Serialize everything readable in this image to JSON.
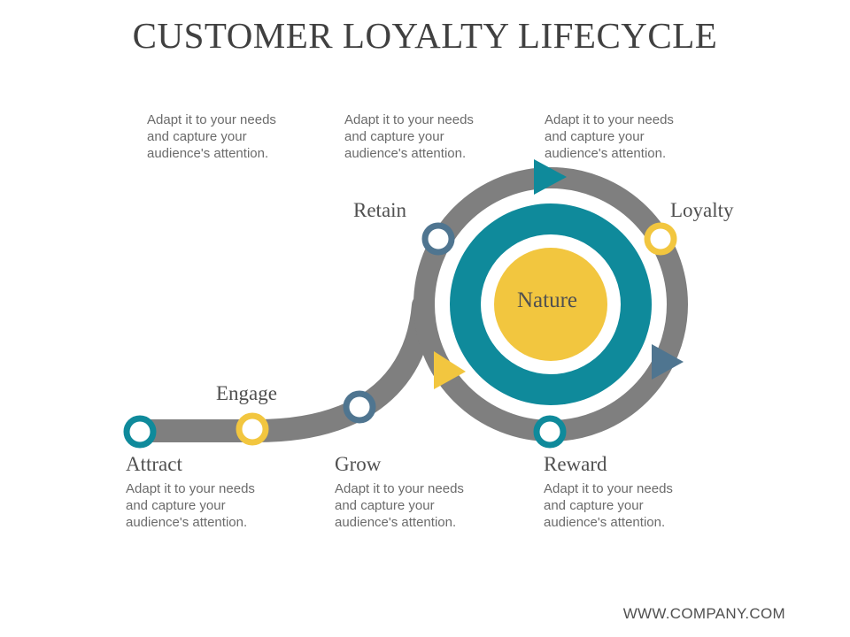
{
  "title": "CUSTOMER LOYALTY LIFECYCLE",
  "center": "Nature",
  "stages": {
    "attract": {
      "label": "Attract",
      "desc": [
        "Adapt it to your needs",
        "and capture your",
        "audience's attention."
      ]
    },
    "engage": {
      "label": "Engage",
      "desc": [
        "Adapt it to your needs",
        "and capture your",
        "audience's attention."
      ]
    },
    "grow": {
      "label": "Grow",
      "desc": [
        "Adapt it to your needs",
        "and capture your",
        "audience's attention."
      ]
    },
    "retain": {
      "label": "Retain",
      "desc": [
        "Adapt it to your needs",
        "and capture your",
        "audience's attention."
      ]
    },
    "loyalty": {
      "label": "Loyalty",
      "desc": [
        "Adapt it to your needs",
        "and capture your",
        "audience's attention."
      ]
    },
    "reward": {
      "label": "Reward",
      "desc": [
        "Adapt it to your needs",
        "and capture your",
        "audience's attention."
      ]
    }
  },
  "footer": "WWW.COMPANY.COM",
  "colors": {
    "path": "#7f7f7f",
    "teal": "#0f8a9b",
    "yellow": "#f2c63f",
    "slate": "#4f7590",
    "text_dark": "#404040",
    "text_desc": "#6b6b6b"
  }
}
